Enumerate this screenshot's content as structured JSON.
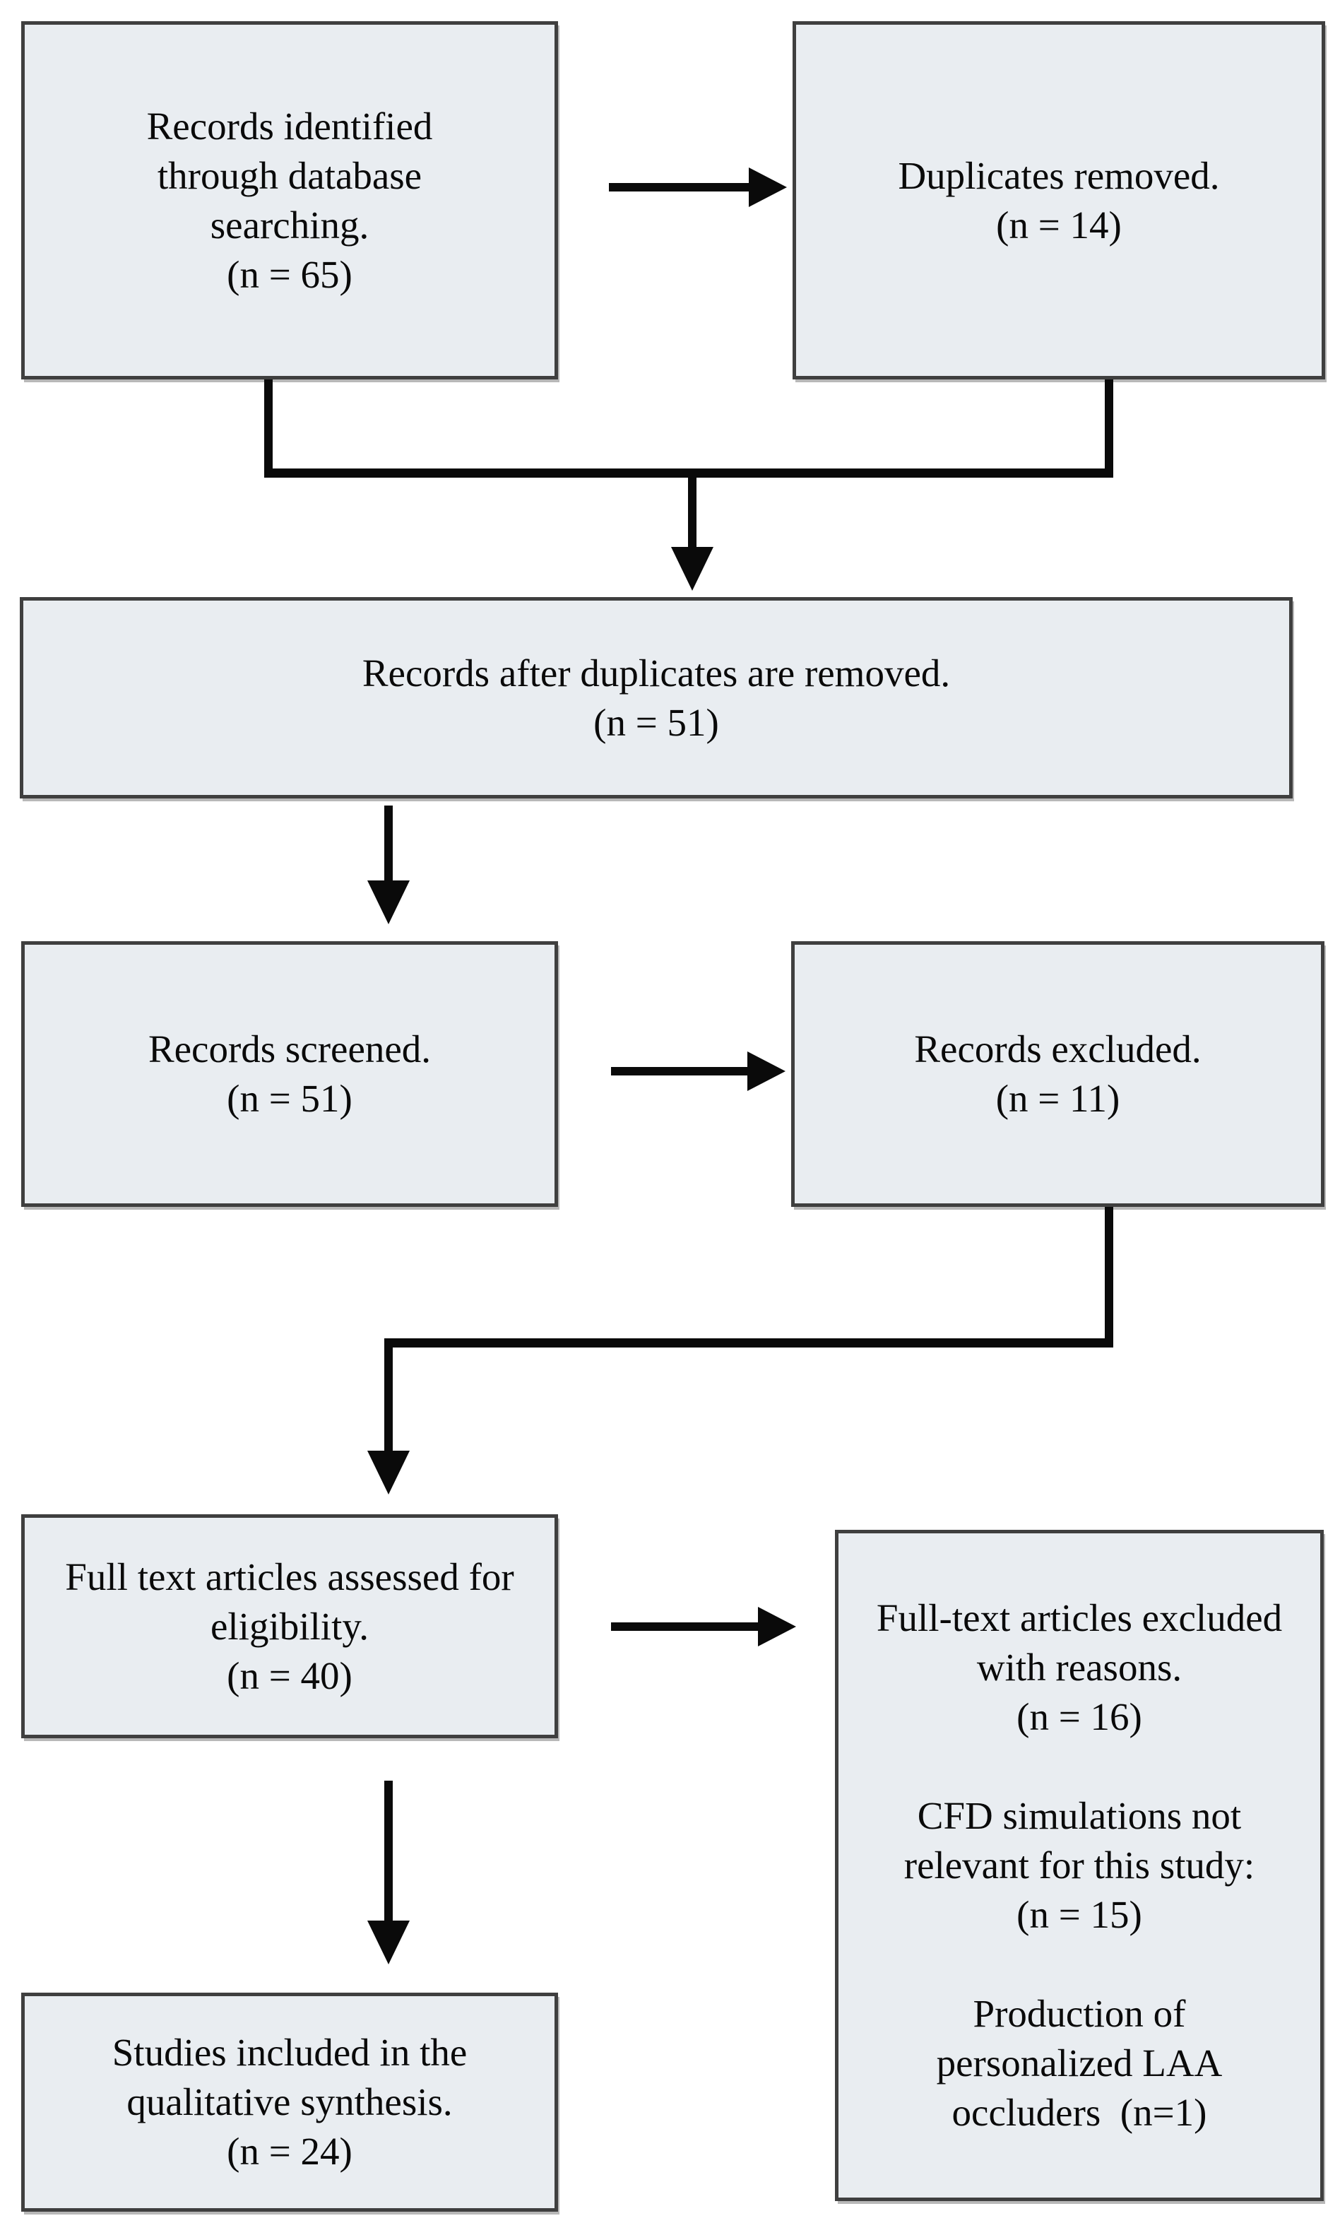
{
  "flowchart": {
    "colors": {
      "background": "#ffffff",
      "box_fill": "#e9edf1",
      "box_border": "#3f3f3f",
      "line_color": "#0a0a0a",
      "text_color": "#0a0a0a"
    },
    "boxes": {
      "identified": {
        "text": "Records identified\nthrough database\nsearching.\n(n = 65)"
      },
      "duplicates_removed": {
        "text": "Duplicates removed.\n(n = 14)"
      },
      "after_duplicates": {
        "text": "Records after duplicates are removed.\n(n = 51)"
      },
      "screened": {
        "text": "Records screened.\n(n = 51)"
      },
      "excluded": {
        "text": "Records excluded.\n(n = 11)"
      },
      "fulltext_assessed": {
        "text": "Full text articles assessed for\neligibility.\n(n = 40)"
      },
      "fulltext_excluded": {
        "text": "Full-text articles excluded\nwith reasons.\n(n = 16)\n\nCFD simulations not\nrelevant for this study:\n(n = 15)\n\nProduction of\npersonalized LAA\noccluders  (n=1)"
      },
      "included": {
        "text": "Studies included in the\nqualitative synthesis.\n(n = 24)"
      }
    },
    "counts": {
      "records_identified": 65,
      "duplicates_removed": 14,
      "records_after_duplicates": 51,
      "records_screened": 51,
      "records_excluded": 11,
      "fulltext_assessed": 40,
      "fulltext_excluded": 16,
      "cfd_not_relevant": 15,
      "personalized_laa_occluders": 1,
      "studies_included_qualitative": 24
    }
  }
}
